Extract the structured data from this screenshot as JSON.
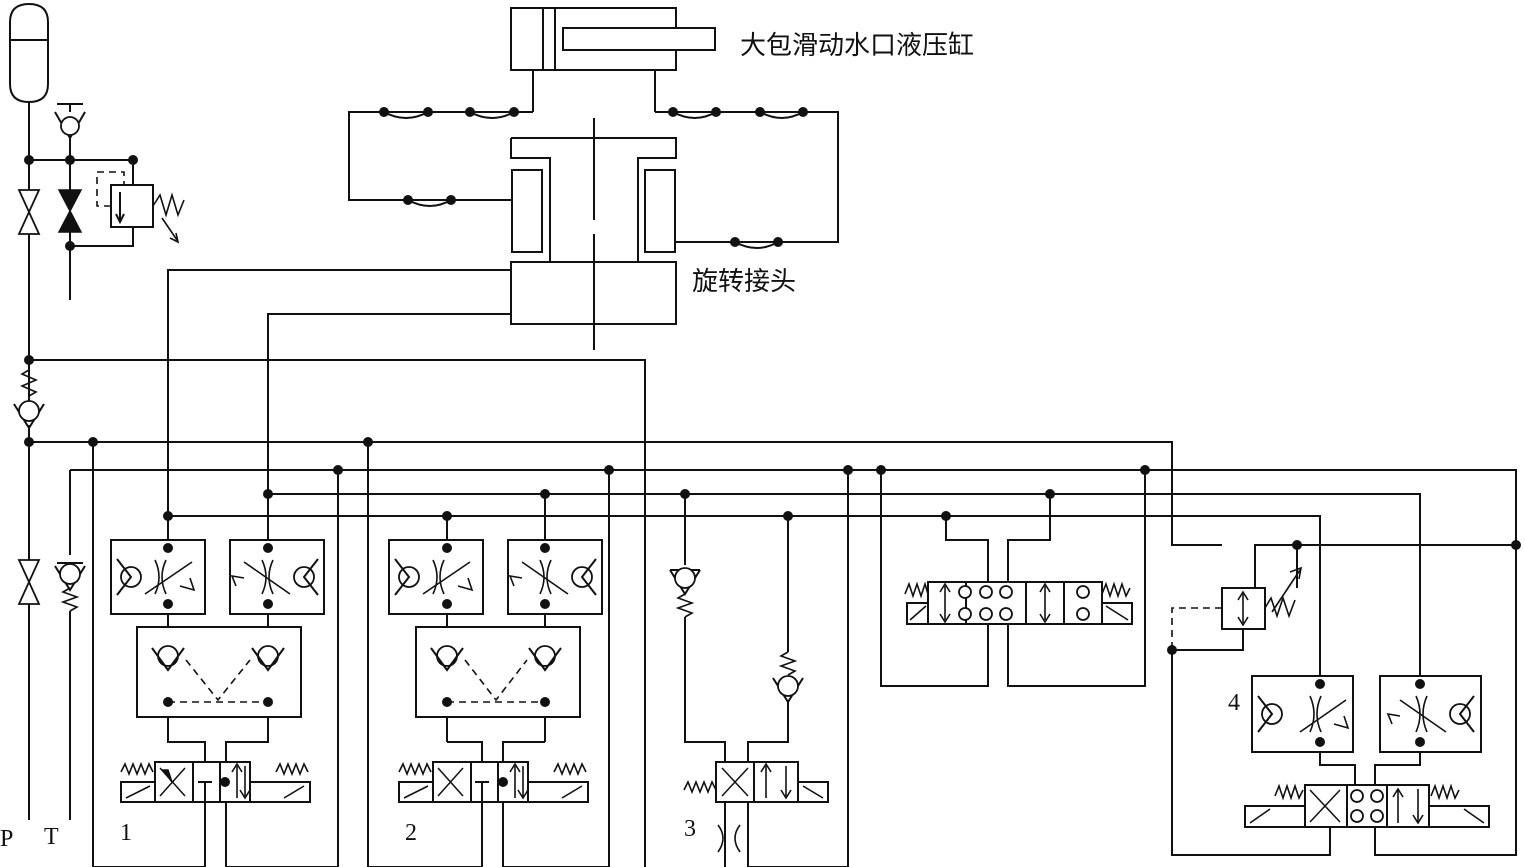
{
  "labels": {
    "cylinder": "大包滑动水口液压缸",
    "rotary_joint": "旋转接头",
    "port_p": "P",
    "port_t": "T",
    "num_1": "1",
    "num_2": "2",
    "num_3": "3",
    "num_4": "4"
  }
}
